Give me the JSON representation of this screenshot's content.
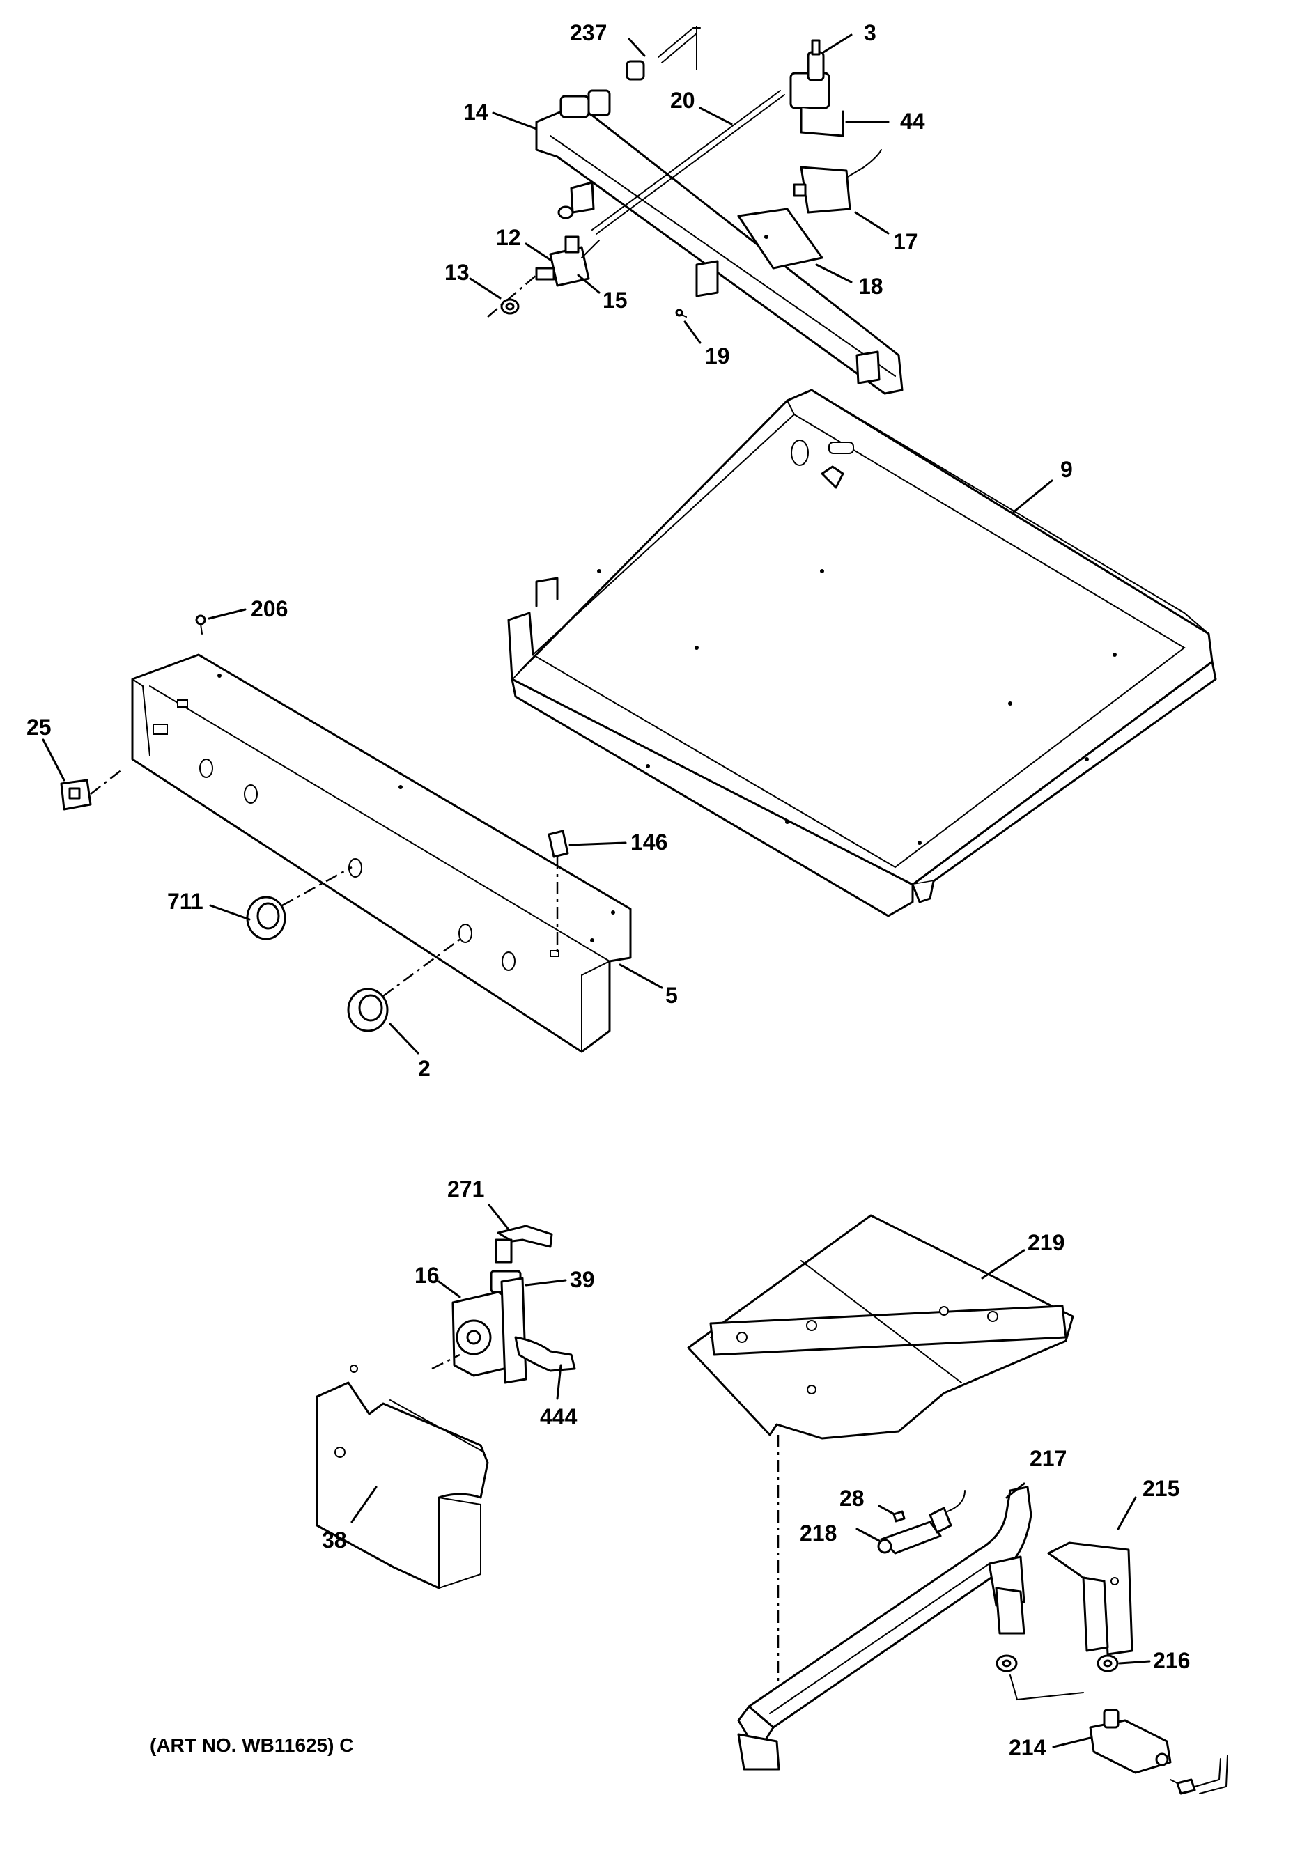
{
  "diagram": {
    "art_number": "(ART NO. WB11625) C",
    "callouts": [
      "237",
      "3",
      "20",
      "14",
      "44",
      "17",
      "12",
      "13",
      "15",
      "18",
      "19",
      "9",
      "206",
      "25",
      "146",
      "711",
      "5",
      "2",
      "271",
      "16",
      "39",
      "444",
      "38",
      "219",
      "217",
      "28",
      "215",
      "218",
      "216",
      "214"
    ]
  }
}
